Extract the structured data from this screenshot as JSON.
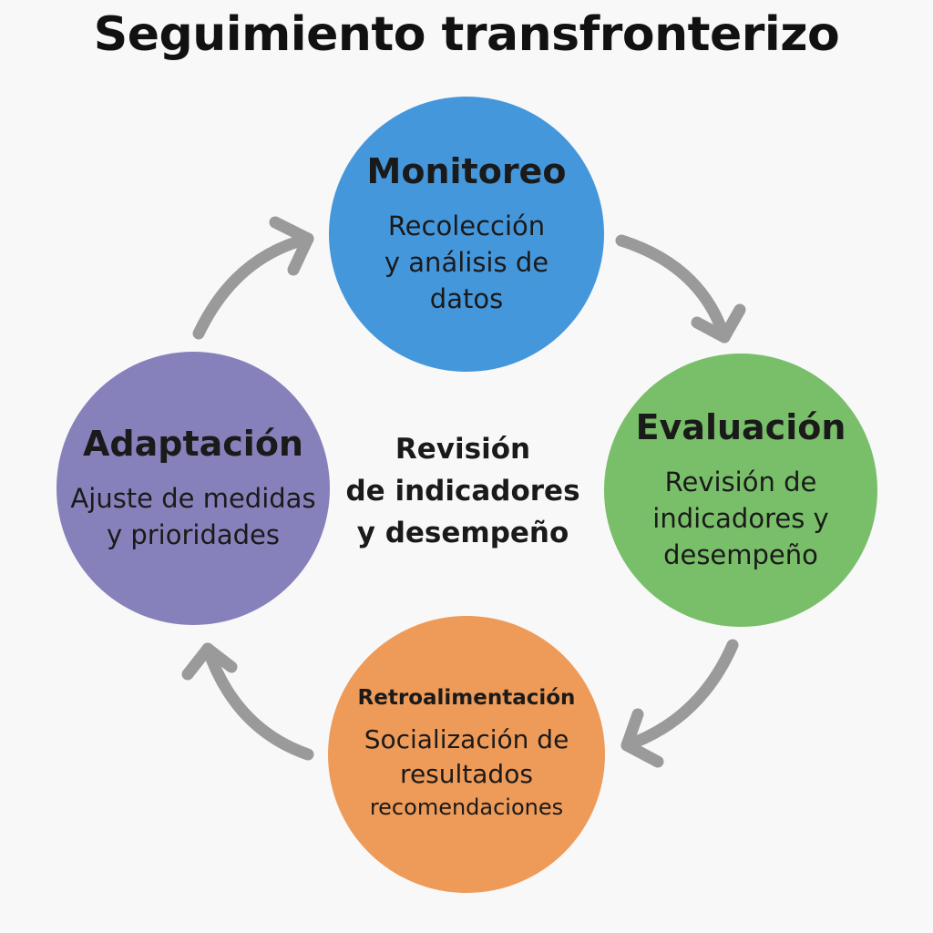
{
  "title": "Seguimiento transfronterizo",
  "center": {
    "line1": "Revisión",
    "line2": "de indicadores",
    "line3": "y desempeño"
  },
  "nodes": {
    "monitoreo": {
      "title": "Monitoreo",
      "lines": [
        "Recolección",
        "y análisis de",
        "datos"
      ],
      "color": "#4597dc"
    },
    "evaluacion": {
      "title": "Evaluación",
      "lines": [
        "Revisión de",
        "indicadores y",
        "desempeño"
      ],
      "color": "#79bf6a"
    },
    "retroalimentacion": {
      "title": "Retroalimentación",
      "lines": [
        "Socialización de",
        "resultados",
        "recomendaciones"
      ],
      "color": "#ee9a58"
    },
    "adaptacion": {
      "title": "Adaptación",
      "lines": [
        "Ajuste de medidas",
        "y prioridades"
      ],
      "color": "#8781bb"
    }
  },
  "arrow_color": "#9a9a9a"
}
